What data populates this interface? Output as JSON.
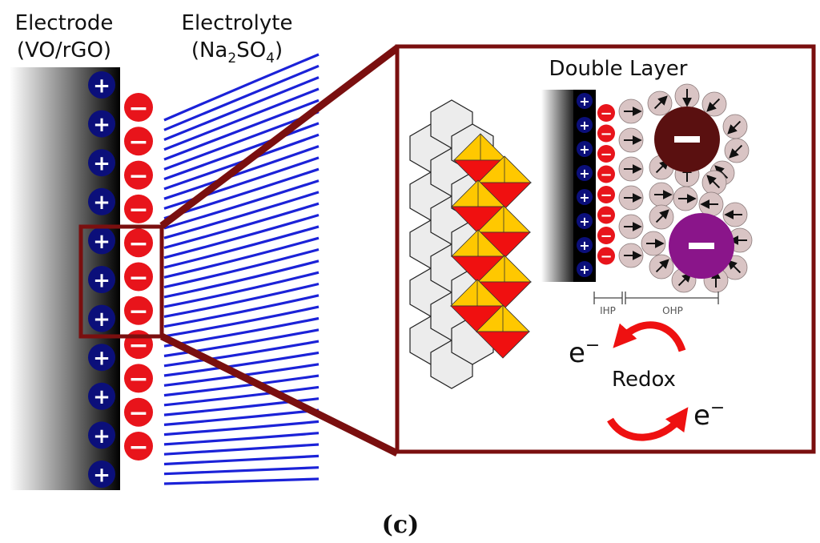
{
  "labels": {
    "electrode": "Electrode",
    "electrode_material": "(VO/rGO)",
    "electrolyte": "Electrolyte",
    "electrolyte_formula": {
      "prefix": "(Na",
      "sub1": "2",
      "mid": "SO",
      "sub2": "4",
      "suffix": ")"
    },
    "double_layer": "Double Layer",
    "ihp": "IHP",
    "ohp": "OHP",
    "redox": "Redox",
    "electron": "e",
    "electron_charge": "−",
    "caption": "(c)",
    "plus": "+",
    "minus": "−"
  },
  "colors": {
    "frame": "#7a0f0f",
    "plus_ion": "#0b0f7a",
    "minus_ion": "#e8141b",
    "electrolyte_lines": "#1b22d8",
    "hexagon_fill": "#ececec",
    "octa_yellow": "#ffc800",
    "octa_red": "#f01010",
    "solvent": "#d9c4c4",
    "large_anion_1": "#5a1010",
    "large_anion_2": "#8a158a",
    "redox_arrow": "#ee1111"
  },
  "counts": {
    "main_plus_ions": 11,
    "main_minus_ions": 11,
    "zoom_plus_ions": 8,
    "zoom_minus_ions": 8
  }
}
